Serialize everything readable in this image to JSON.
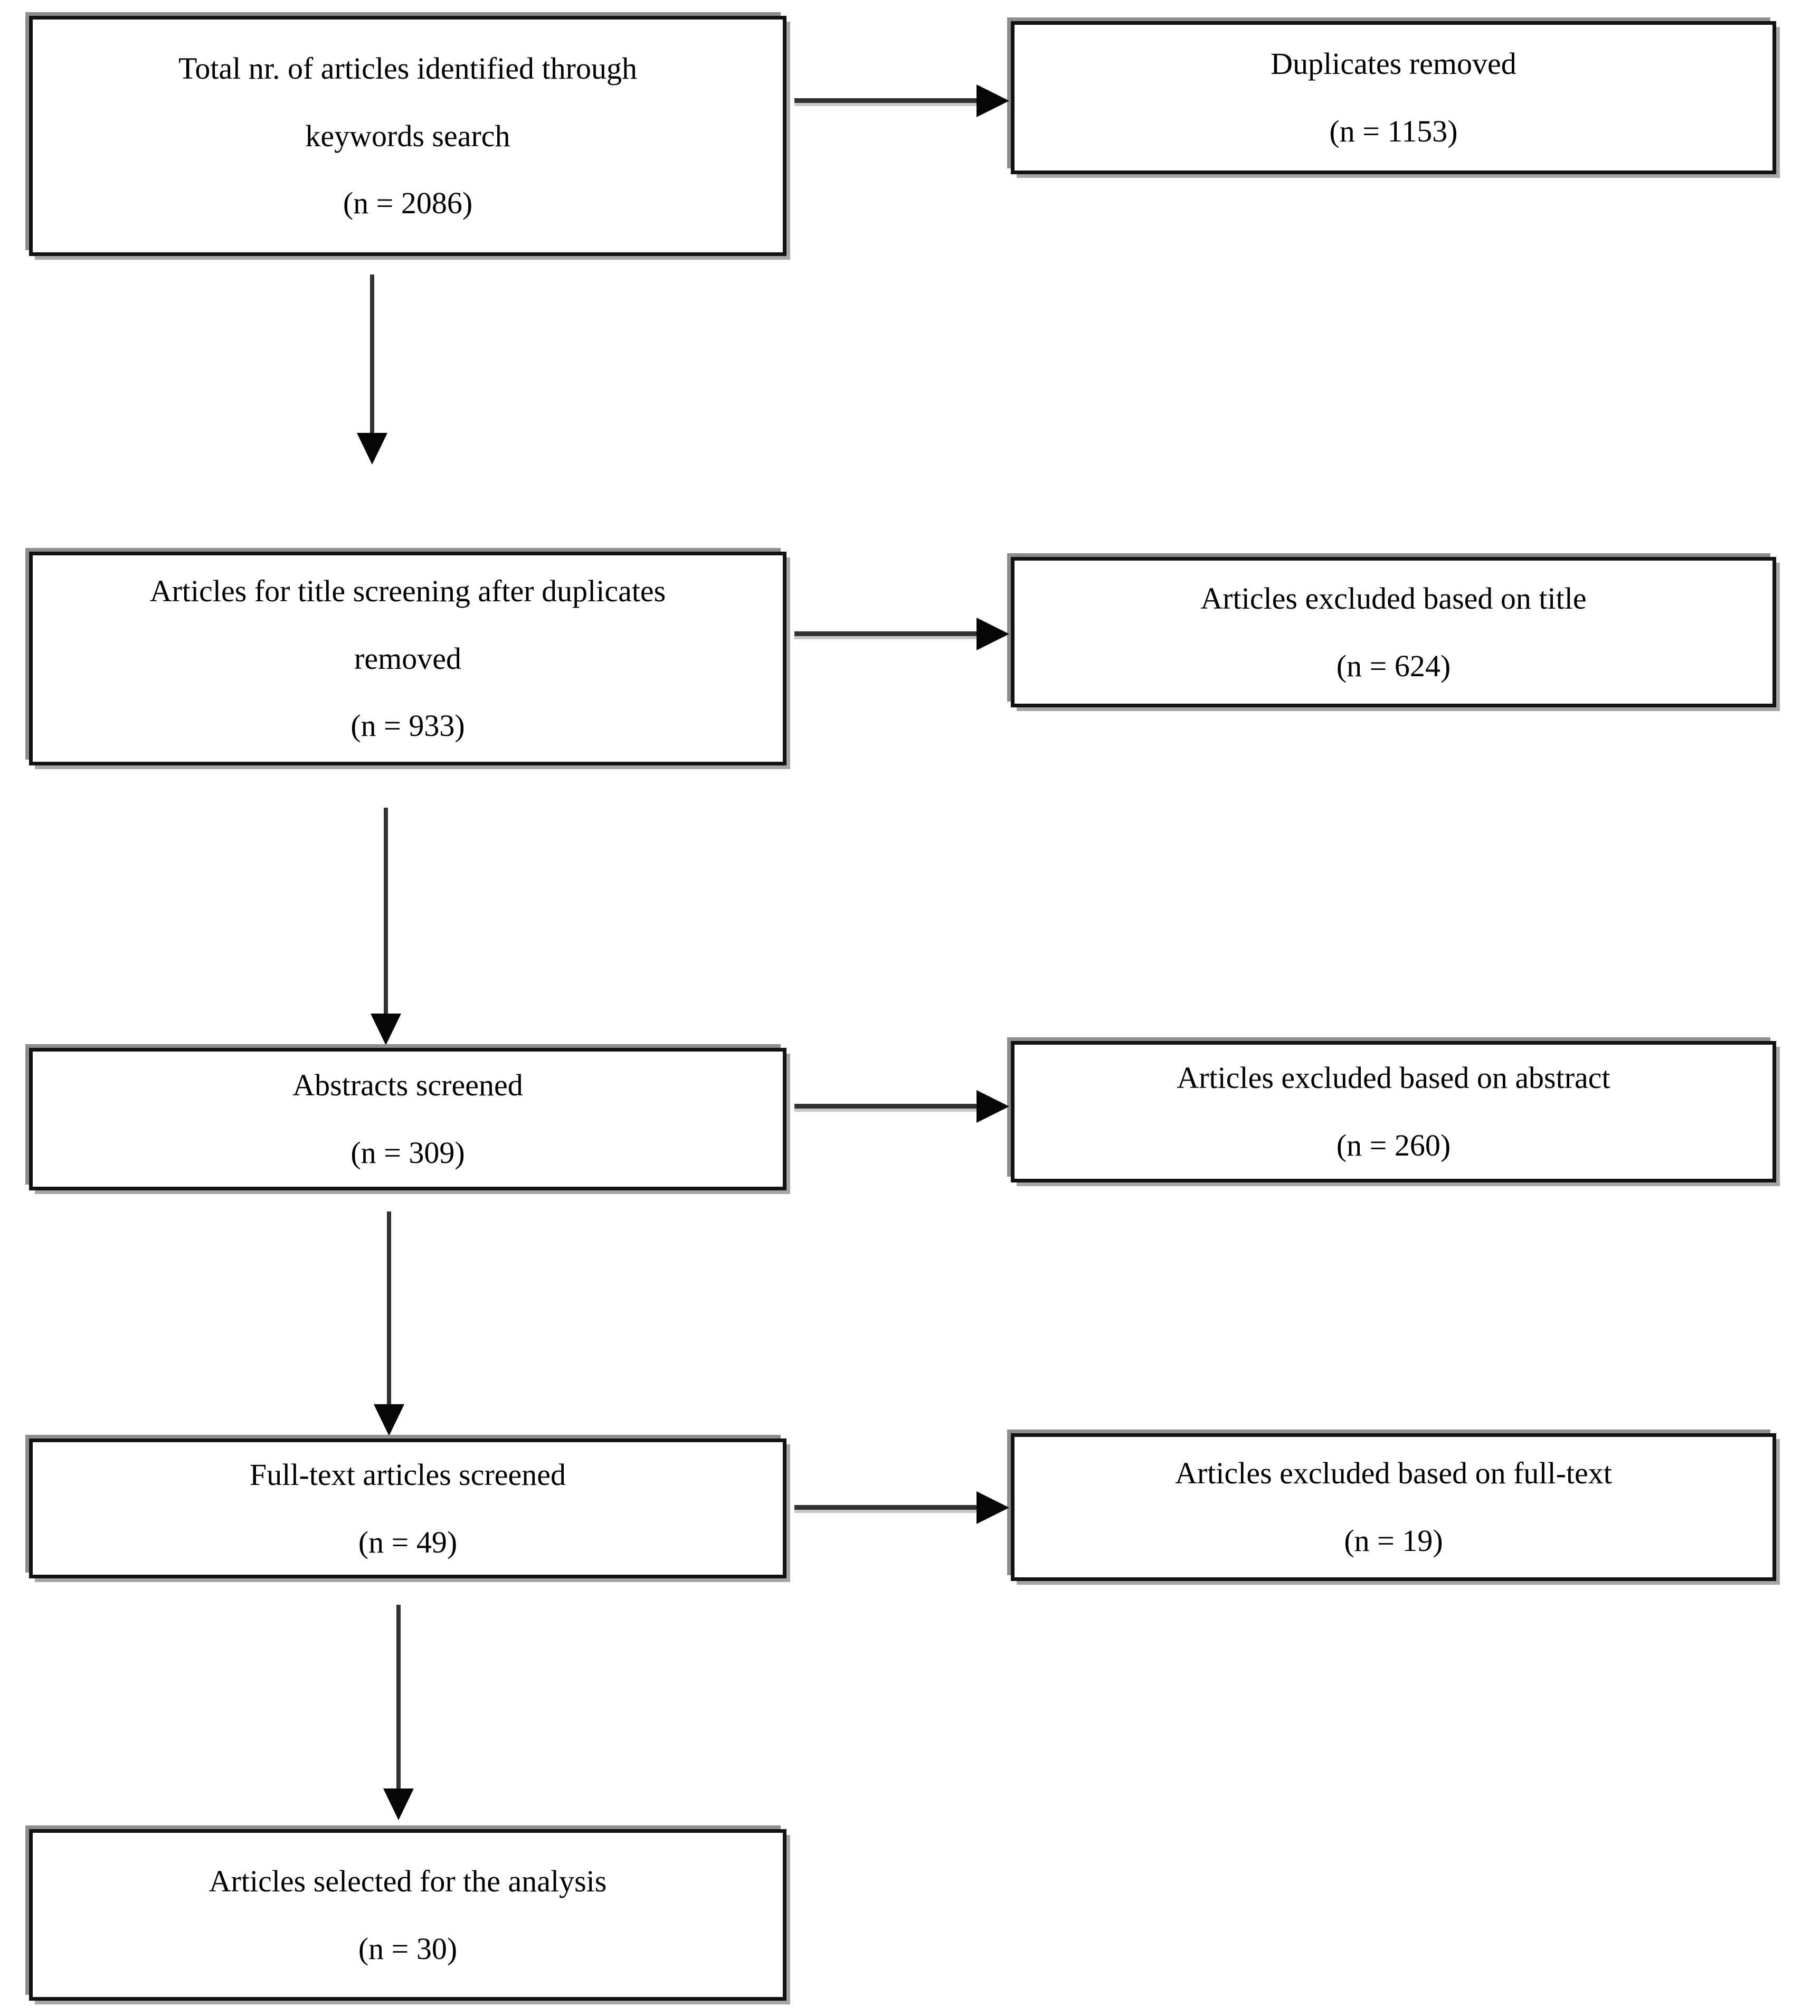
{
  "diagram": {
    "type": "flowchart",
    "columns": [
      "screening-stages",
      "exclusions"
    ],
    "boxes": {
      "identified": {
        "lines": [
          "Total nr. of articles identified through",
          "keywords search"
        ],
        "n": "(n = 2086)"
      },
      "title_screening": {
        "lines": [
          "Articles for title screening after duplicates",
          "removed"
        ],
        "n": "(n = 933)"
      },
      "abstracts_screened": {
        "lines": [
          "Abstracts screened"
        ],
        "n": "(n = 309)"
      },
      "fulltext_screened": {
        "lines": [
          "Full-text articles screened"
        ],
        "n": "(n = 49)"
      },
      "selected": {
        "lines": [
          "Articles selected for the analysis"
        ],
        "n": "(n = 30)"
      },
      "duplicates_removed": {
        "lines": [
          "Duplicates removed"
        ],
        "n": "(n = 1153)"
      },
      "excluded_title": {
        "lines": [
          "Articles excluded based on title"
        ],
        "n": "(n = 624)"
      },
      "excluded_abstract": {
        "lines": [
          "Articles excluded based on abstract"
        ],
        "n": "(n = 260)"
      },
      "excluded_fulltext": {
        "lines": [
          "Articles excluded based on full-text"
        ],
        "n": "(n = 19)"
      }
    },
    "counts": {
      "identified": 2086,
      "duplicates_removed": 1153,
      "title_screening": 933,
      "excluded_title": 624,
      "abstracts_screened": 309,
      "excluded_abstract": 260,
      "fulltext_screened": 49,
      "excluded_fulltext": 19,
      "selected": 30
    },
    "colors": {
      "background": "#ffffff",
      "box_border": "#121212",
      "box_shadow": "#8e8e8e",
      "text": "#000000",
      "arrow": "#060606"
    }
  }
}
